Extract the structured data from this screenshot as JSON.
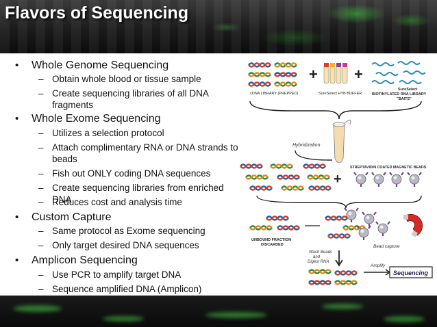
{
  "title": "Flavors of Sequencing",
  "bullets": [
    {
      "text": "Whole Genome Sequencing",
      "subs": [
        "Obtain whole blood or tissue sample",
        "Create sequencing libraries of all DNA fragments"
      ]
    },
    {
      "text": "Whole Exome Sequencing",
      "subs": [
        "Utilizes a selection protocol",
        "Attach complimentary RNA or DNA strands to beads",
        "Fish out ONLY coding DNA sequences",
        "Create sequencing libraries from enriched DNA",
        "Reduces cost and analysis time"
      ]
    },
    {
      "text": "Custom Capture",
      "subs": [
        "Same protocol as Exome sequencing",
        "Only target desired DNA sequences"
      ]
    },
    {
      "text": "Amplicon Sequencing",
      "subs": [
        "Use PCR to amplify target DNA",
        "Sequence amplified DNA (Amplicon)"
      ]
    }
  ],
  "diagram": {
    "cdna_label": "cDNA LIBRARY (PREPPED)",
    "buffer_label": "SureSelect HYB BUFFER",
    "baits_label_1": "SureSelect",
    "baits_label_2": "BIOTINYLATED RNA LIBRARY",
    "baits_label_3": "\"BAITS\"",
    "hybridization_label": "Hybridization",
    "beads_label": "STREPTAVIDIN COATED MAGNETIC BEADS",
    "unbound_label_1": "UNBOUND FRACTION",
    "unbound_label_2": "DISCARDED",
    "bead_capture_label": "Bead capture",
    "wash_label_1": "Wash Beads",
    "wash_label_2": "and",
    "wash_label_3": "Digest RNA",
    "amplify_label": "Amplify",
    "sequencing_label": "Sequencing"
  }
}
